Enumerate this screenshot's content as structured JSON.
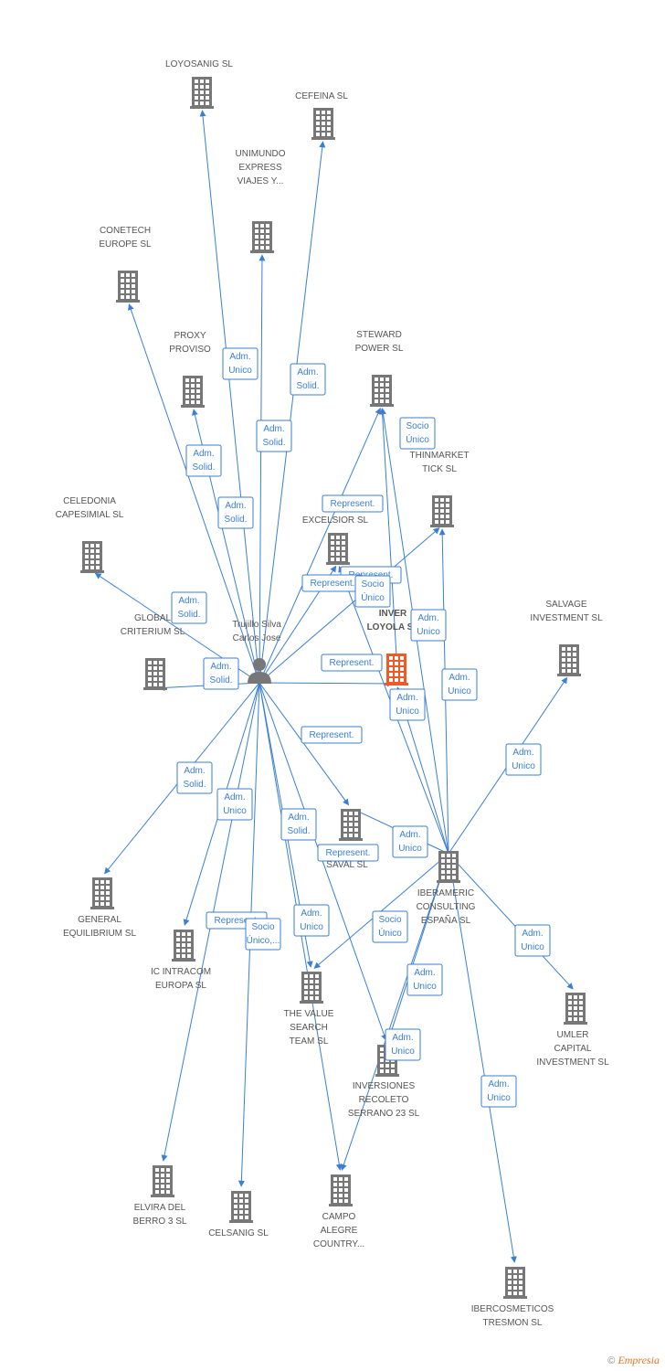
{
  "colors": {
    "edge": "#3a7fd5",
    "building": "#777777",
    "focus_building": "#f05a28",
    "person": "#777777",
    "label": "#555555"
  },
  "person": {
    "name": "Trujillo Silva\nCarlos Jose",
    "icon": "person-icon"
  },
  "companies": [
    {
      "id": "loyosanig",
      "label": "LOYOSANIG  SL"
    },
    {
      "id": "cefeina",
      "label": "CEFEINA  SL"
    },
    {
      "id": "unimundo",
      "label": "UNIMUNDO\nEXPRESS\nVIAJES Y..."
    },
    {
      "id": "conetech",
      "label": "CONETECH\nEUROPE SL"
    },
    {
      "id": "proxy",
      "label": "PROXY\nPROVISO"
    },
    {
      "id": "steward",
      "label": "STEWARD\nPOWER SL"
    },
    {
      "id": "thinmarket",
      "label": "THINMARKET\nTICK SL"
    },
    {
      "id": "celedonia",
      "label": "CELEDONIA\nCAPESIMIAL  SL"
    },
    {
      "id": "excelsior",
      "label": "EXCELSIOR SL"
    },
    {
      "id": "global",
      "label": "GLOBAL\nCRITERIUM  SL"
    },
    {
      "id": "inver",
      "label": "INVER\nLOYOLA SL",
      "focus": true
    },
    {
      "id": "salvage",
      "label": "SALVAGE\nINVESTMENT SL"
    },
    {
      "id": "vir",
      "label": "VIR\nSAVAL SL"
    },
    {
      "id": "iberameric",
      "label": "IBERAMERIC\nCONSULTING\nESPAÑA  SL"
    },
    {
      "id": "general",
      "label": "GENERAL\nEQUILIBRIUM SL"
    },
    {
      "id": "intracom",
      "label": "IC INTRACOM\nEUROPA  SL"
    },
    {
      "id": "valuesearch",
      "label": "THE VALUE\nSEARCH\nTEAM SL"
    },
    {
      "id": "umler",
      "label": "UMLER\nCAPITAL\nINVESTMENT SL"
    },
    {
      "id": "recoleto",
      "label": "INVERSIONES\nRECOLETO\nSERRANO 23 SL"
    },
    {
      "id": "elvira",
      "label": "ELVIRA DEL\nBERRO 3  SL"
    },
    {
      "id": "celsanig",
      "label": "CELSANIG  SL"
    },
    {
      "id": "campo",
      "label": "CAMPO\nALEGRE\nCOUNTRY..."
    },
    {
      "id": "ibercosmeticos",
      "label": "IBERCOSMETICOS\nTRESMON SL"
    }
  ],
  "edges": [
    {
      "from": "person",
      "to": "loyosanig",
      "label": "Adm.\nUnico"
    },
    {
      "from": "person",
      "to": "cefeina",
      "label": "Adm.\nSolid."
    },
    {
      "from": "person",
      "to": "unimundo",
      "label": "Adm.\nSolid."
    },
    {
      "from": "person",
      "to": "conetech",
      "label": "Adm.\nSolid."
    },
    {
      "from": "person",
      "to": "proxy",
      "label": "Adm.\nSolid."
    },
    {
      "from": "person",
      "to": "steward",
      "label": "Represent."
    },
    {
      "from": "person",
      "to": "thinmarket",
      "label": "Represent."
    },
    {
      "from": "person",
      "to": "excelsior",
      "label": "Represent."
    },
    {
      "from": "person",
      "to": "celedonia",
      "label": "Adm.\nSolid."
    },
    {
      "from": "person",
      "to": "global",
      "label": "Adm.\nSolid."
    },
    {
      "from": "person",
      "to": "inver",
      "label": "Represent."
    },
    {
      "from": "person",
      "to": "vir",
      "label": "Represent."
    },
    {
      "from": "person",
      "to": "general",
      "label": "Adm.\nSolid."
    },
    {
      "from": "person",
      "to": "intracom",
      "label": "Adm.\nUnico"
    },
    {
      "from": "person",
      "to": "valuesearch",
      "label": "Adm.\nSolid."
    },
    {
      "from": "person",
      "to": "recoleto",
      "label": "Represent."
    },
    {
      "from": "person",
      "to": "campo",
      "label": "Represent."
    },
    {
      "from": "person",
      "to": "elvira",
      "label": "Socio\nÚnico,..."
    },
    {
      "from": "person",
      "to": "celsanig",
      "label": "Adm.\nUnico"
    },
    {
      "from": "iberameric",
      "to": "steward",
      "label": "Socio\nÚnico"
    },
    {
      "from": "iberameric",
      "to": "excelsior",
      "label": "Socio\nÚnico"
    },
    {
      "from": "iberameric",
      "to": "inver",
      "label": "Adm.\nUnico"
    },
    {
      "from": "iberameric",
      "to": "thinmarket",
      "label": "Adm.\nUnico"
    },
    {
      "from": "iberameric",
      "to": "salvage",
      "label": "Adm.\nUnico"
    },
    {
      "from": "iberameric",
      "to": "vir",
      "label": "Adm.\nUnico"
    },
    {
      "from": "iberameric",
      "to": "valuesearch",
      "label": "Socio\nÚnico"
    },
    {
      "from": "iberameric",
      "to": "umler",
      "label": "Adm.\nUnico"
    },
    {
      "from": "iberameric",
      "to": "recoleto",
      "label": "Adm.\nUnico"
    },
    {
      "from": "iberameric",
      "to": "campo",
      "label": "Adm.\nUnico"
    },
    {
      "from": "iberameric",
      "to": "ibercosmeticos",
      "label": "Adm.\nUnico"
    },
    {
      "from": "inver",
      "to": "steward",
      "label": "Adm.\nUnico"
    }
  ],
  "footer": {
    "copyright": "©",
    "brand": "Empresia"
  }
}
